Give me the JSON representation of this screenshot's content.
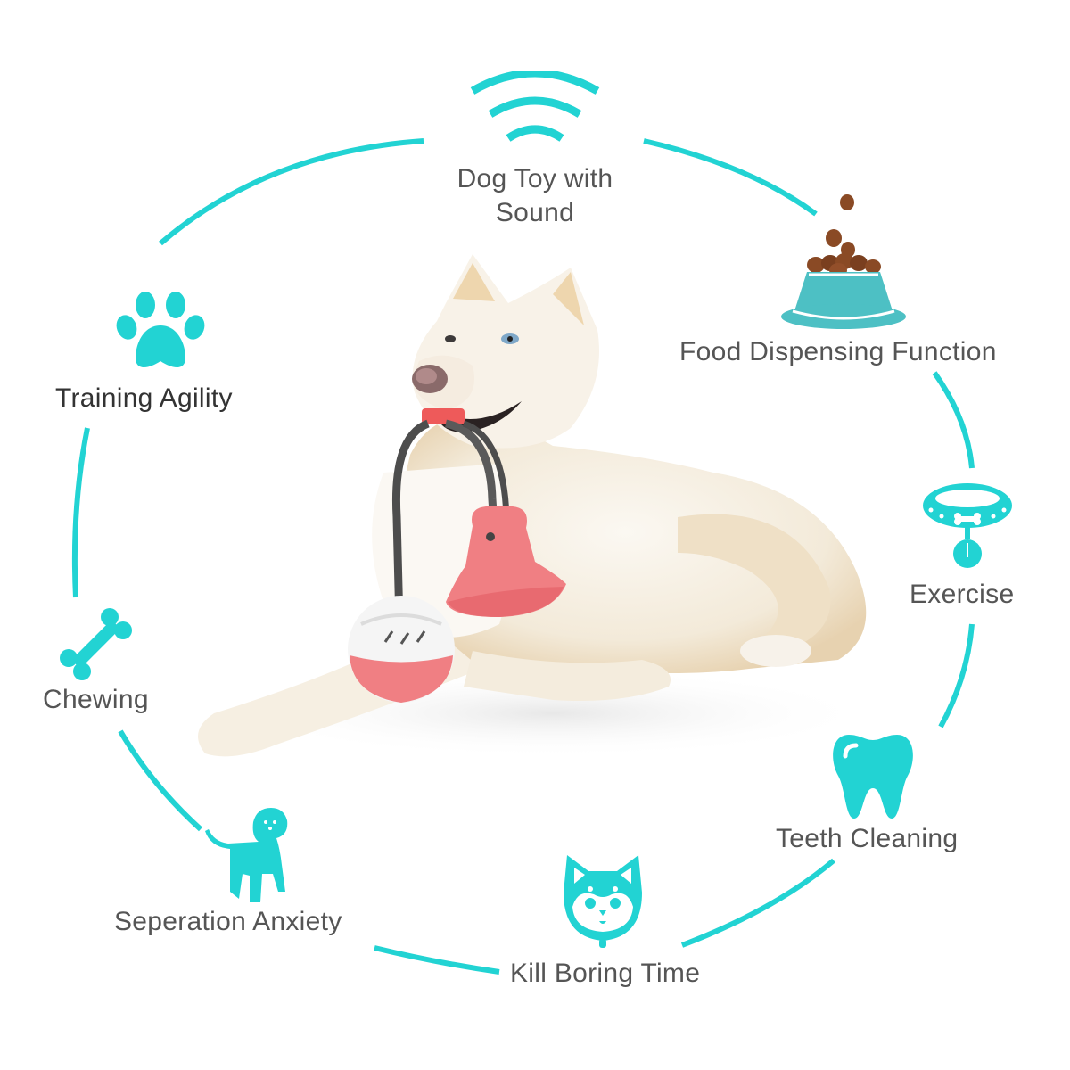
{
  "theme": {
    "accent": "#22d3d3",
    "bowl": "#4dc0c4",
    "text": "#555555",
    "toy_pink": "#f07f83",
    "kibble": "#8a4a25"
  },
  "features": [
    {
      "id": "sound",
      "icon": "sound-waves-icon",
      "label_line1": "Dog Toy with",
      "label_line2": "Sound"
    },
    {
      "id": "food",
      "icon": "food-bowl-icon",
      "label": "Food Dispensing Function"
    },
    {
      "id": "exercise",
      "icon": "collar-icon",
      "label": "Exercise"
    },
    {
      "id": "teeth",
      "icon": "tooth-icon",
      "label": "Teeth Cleaning"
    },
    {
      "id": "boring",
      "icon": "shiba-face-icon",
      "label": "Kill Boring Time"
    },
    {
      "id": "anxiety",
      "icon": "puppy-icon",
      "label": "Seperation Anxiety"
    },
    {
      "id": "chewing",
      "icon": "bone-icon",
      "label": "Chewing"
    },
    {
      "id": "agility",
      "icon": "paw-icon",
      "label": "Training Agility"
    }
  ],
  "hero": {
    "subject": "White dog lying down holding suction-cup rope toy with pink bell and treat ball"
  }
}
